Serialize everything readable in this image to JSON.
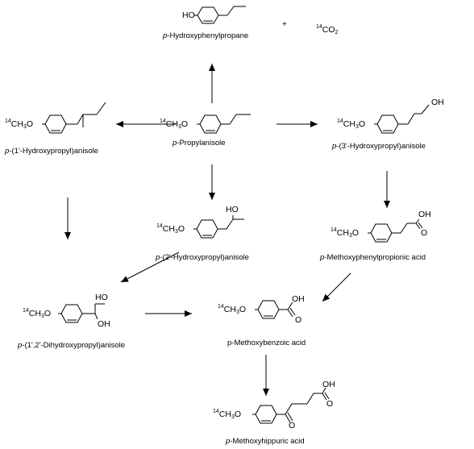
{
  "compounds": {
    "hydroxyphenylpropane": {
      "prefix": "p",
      "name": "-Hydroxyphenylpropane",
      "substituent": "HO"
    },
    "co2": {
      "isotope": "14",
      "formula": "CO",
      "subscript": "2"
    },
    "propylanisole": {
      "prefix": "p",
      "name": "-Propylanisole"
    },
    "hydroxypropyl_1": {
      "prefix": "p",
      "name": "-(1'-Hydroxypropyl)anisole"
    },
    "hydroxypropyl_3": {
      "prefix": "p",
      "name": "-(3'-Hydroxypropyl)anisole",
      "substituent": "OH"
    },
    "hydroxypropyl_2": {
      "prefix": "p",
      "name": "-(2'-Hydroxypropyl)anisole",
      "substituent": "HO"
    },
    "methoxyphenylpropionic": {
      "prefix": "p",
      "name": "-Methoxyphenylpropionic acid",
      "substituents": [
        "OH",
        "O"
      ]
    },
    "dihydroxypropyl": {
      "prefix": "p",
      "name": "-(1',2'-Dihydroxypropyl)anisole",
      "substituents": [
        "HO",
        "OH"
      ]
    },
    "methoxybenzoic": {
      "name": "p-Methoxybenzoic acid",
      "substituents": [
        "OH",
        "O"
      ]
    },
    "methoxyhippuric": {
      "prefix": "p",
      "name": "-Methoxyhippuric acid",
      "substituents": [
        "OH",
        "O",
        "O"
      ]
    }
  },
  "methoxy_group": {
    "isotope": "14",
    "text": "CH",
    "subscript": "3",
    "tail": "O"
  },
  "plus_sign": "+"
}
